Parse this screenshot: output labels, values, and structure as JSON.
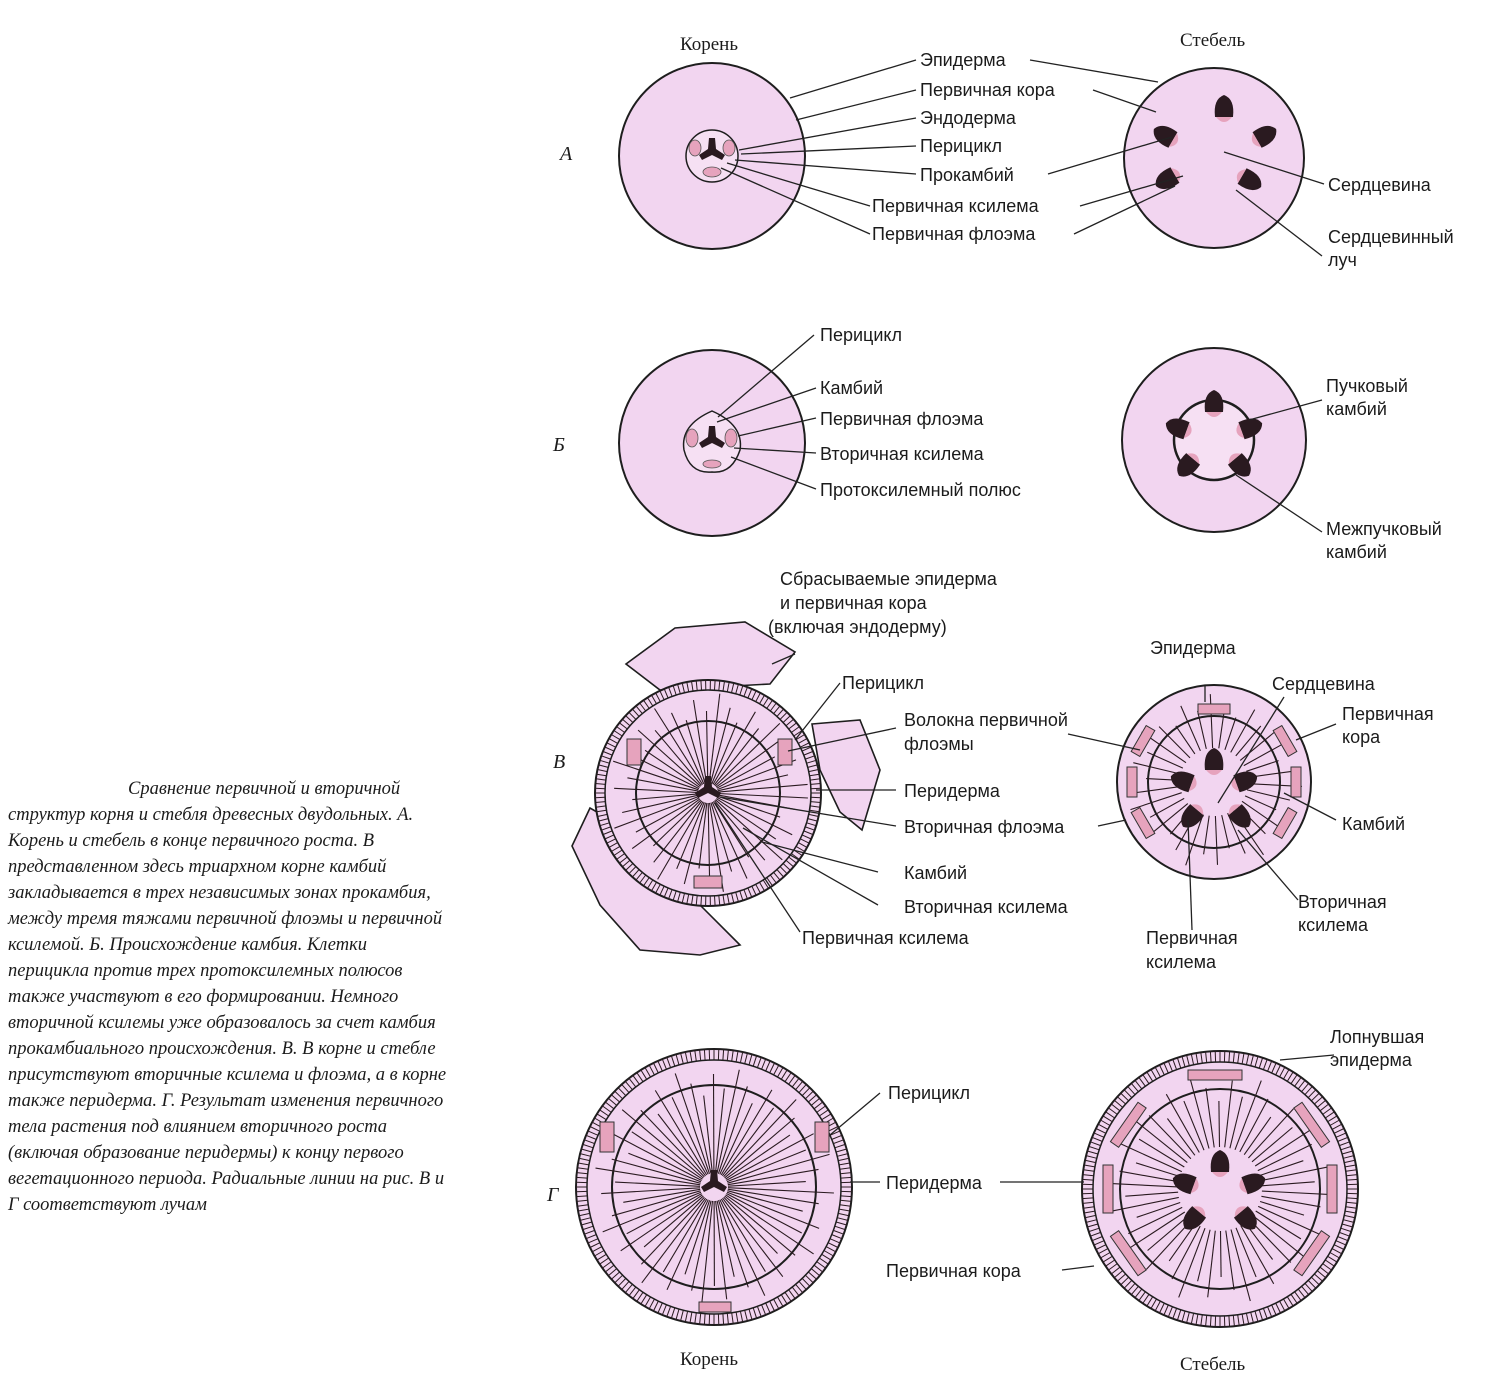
{
  "column_headers": {
    "root": "Корень",
    "stem": "Стебель"
  },
  "panels": {
    "A": "А",
    "B": "Б",
    "V": "В",
    "G": "Г"
  },
  "labels": {
    "a_epidermis": "Эпидерма",
    "a_cortex": "Первичная кора",
    "a_endodermis": "Эндодерма",
    "a_pericycle": "Перицикл",
    "a_procambium": "Прокамбий",
    "a_xylem": "Первичная ксилема",
    "a_phloem": "Первичная флоэма",
    "a_pith": "Сердцевина",
    "a_pith_ray": [
      "Сердцевинный",
      "луч"
    ],
    "b_pericycle": "Перицикл",
    "b_cambium": "Камбий",
    "b_phloem": "Первичная флоэма",
    "b_sec_xylem": "Вторичная ксилема",
    "b_protoxylem": "Протоксилемный полюс",
    "b_fascicular": [
      "Пучковый",
      "камбий"
    ],
    "b_interfascicular": [
      "Межпучковый",
      "камбий"
    ],
    "v_shed": [
      "Сбрасываемые эпидерма",
      "и первичная кора",
      "(включая эндодерму)"
    ],
    "v_pericycle": "Перицикл",
    "v_fibers": [
      "Волокна первичной",
      "флоэмы"
    ],
    "v_periderm": "Перидерма",
    "v_sec_phloem": "Вторичная флоэма",
    "v_cambium": "Камбий",
    "v_sec_xylem": "Вторичная ксилема",
    "v_prim_xylem": "Первичная ксилема",
    "v_epidermis": "Эпидерма",
    "v_pith": "Сердцевина",
    "v_cortex": [
      "Первичная",
      "кора"
    ],
    "v_cambium_r": "Камбий",
    "v_sec_xylem_r": [
      "Вторичная",
      "ксилема"
    ],
    "v_prim_xylem_r": [
      "Первичная",
      "ксилема"
    ],
    "g_ruptured": [
      "Лопнувшая",
      "эпидерма"
    ],
    "g_pericycle": "Перицикл",
    "g_periderm": "Перидерма",
    "g_cortex": "Первичная кора"
  },
  "caption": "Сравнение первичной и вторичной структур корня и стебля древесных двудольных. А. Корень и стебель в конце первичного роста. В представленном здесь триархном корне камбий закладывается в трех независимых зонах прокамбия, между тремя тяжами первичной флоэмы и первичной ксилемой. Б. Происхождение камбия. Клетки перицикла против трех протоксилемных полюсов также участвуют в его формировании. Немного вторичной ксилемы уже образовалось за счет камбия прокамбиального происхождения. В. В корне и стебле присутствуют вторичные ксилема и флоэма, а в корне также перидерма. Г. Результат изменения первичного тела растения под влиянием вторичного роста (включая образование перидермы) к концу первого вегетационного периода. Радиальные линии на рис. В и Г соответствуют лучам",
  "colors": {
    "tissue": "#f2d5f0",
    "pink": "#e6a3bd",
    "outline": "#1e1e1e",
    "dark": "#2a1a20"
  }
}
